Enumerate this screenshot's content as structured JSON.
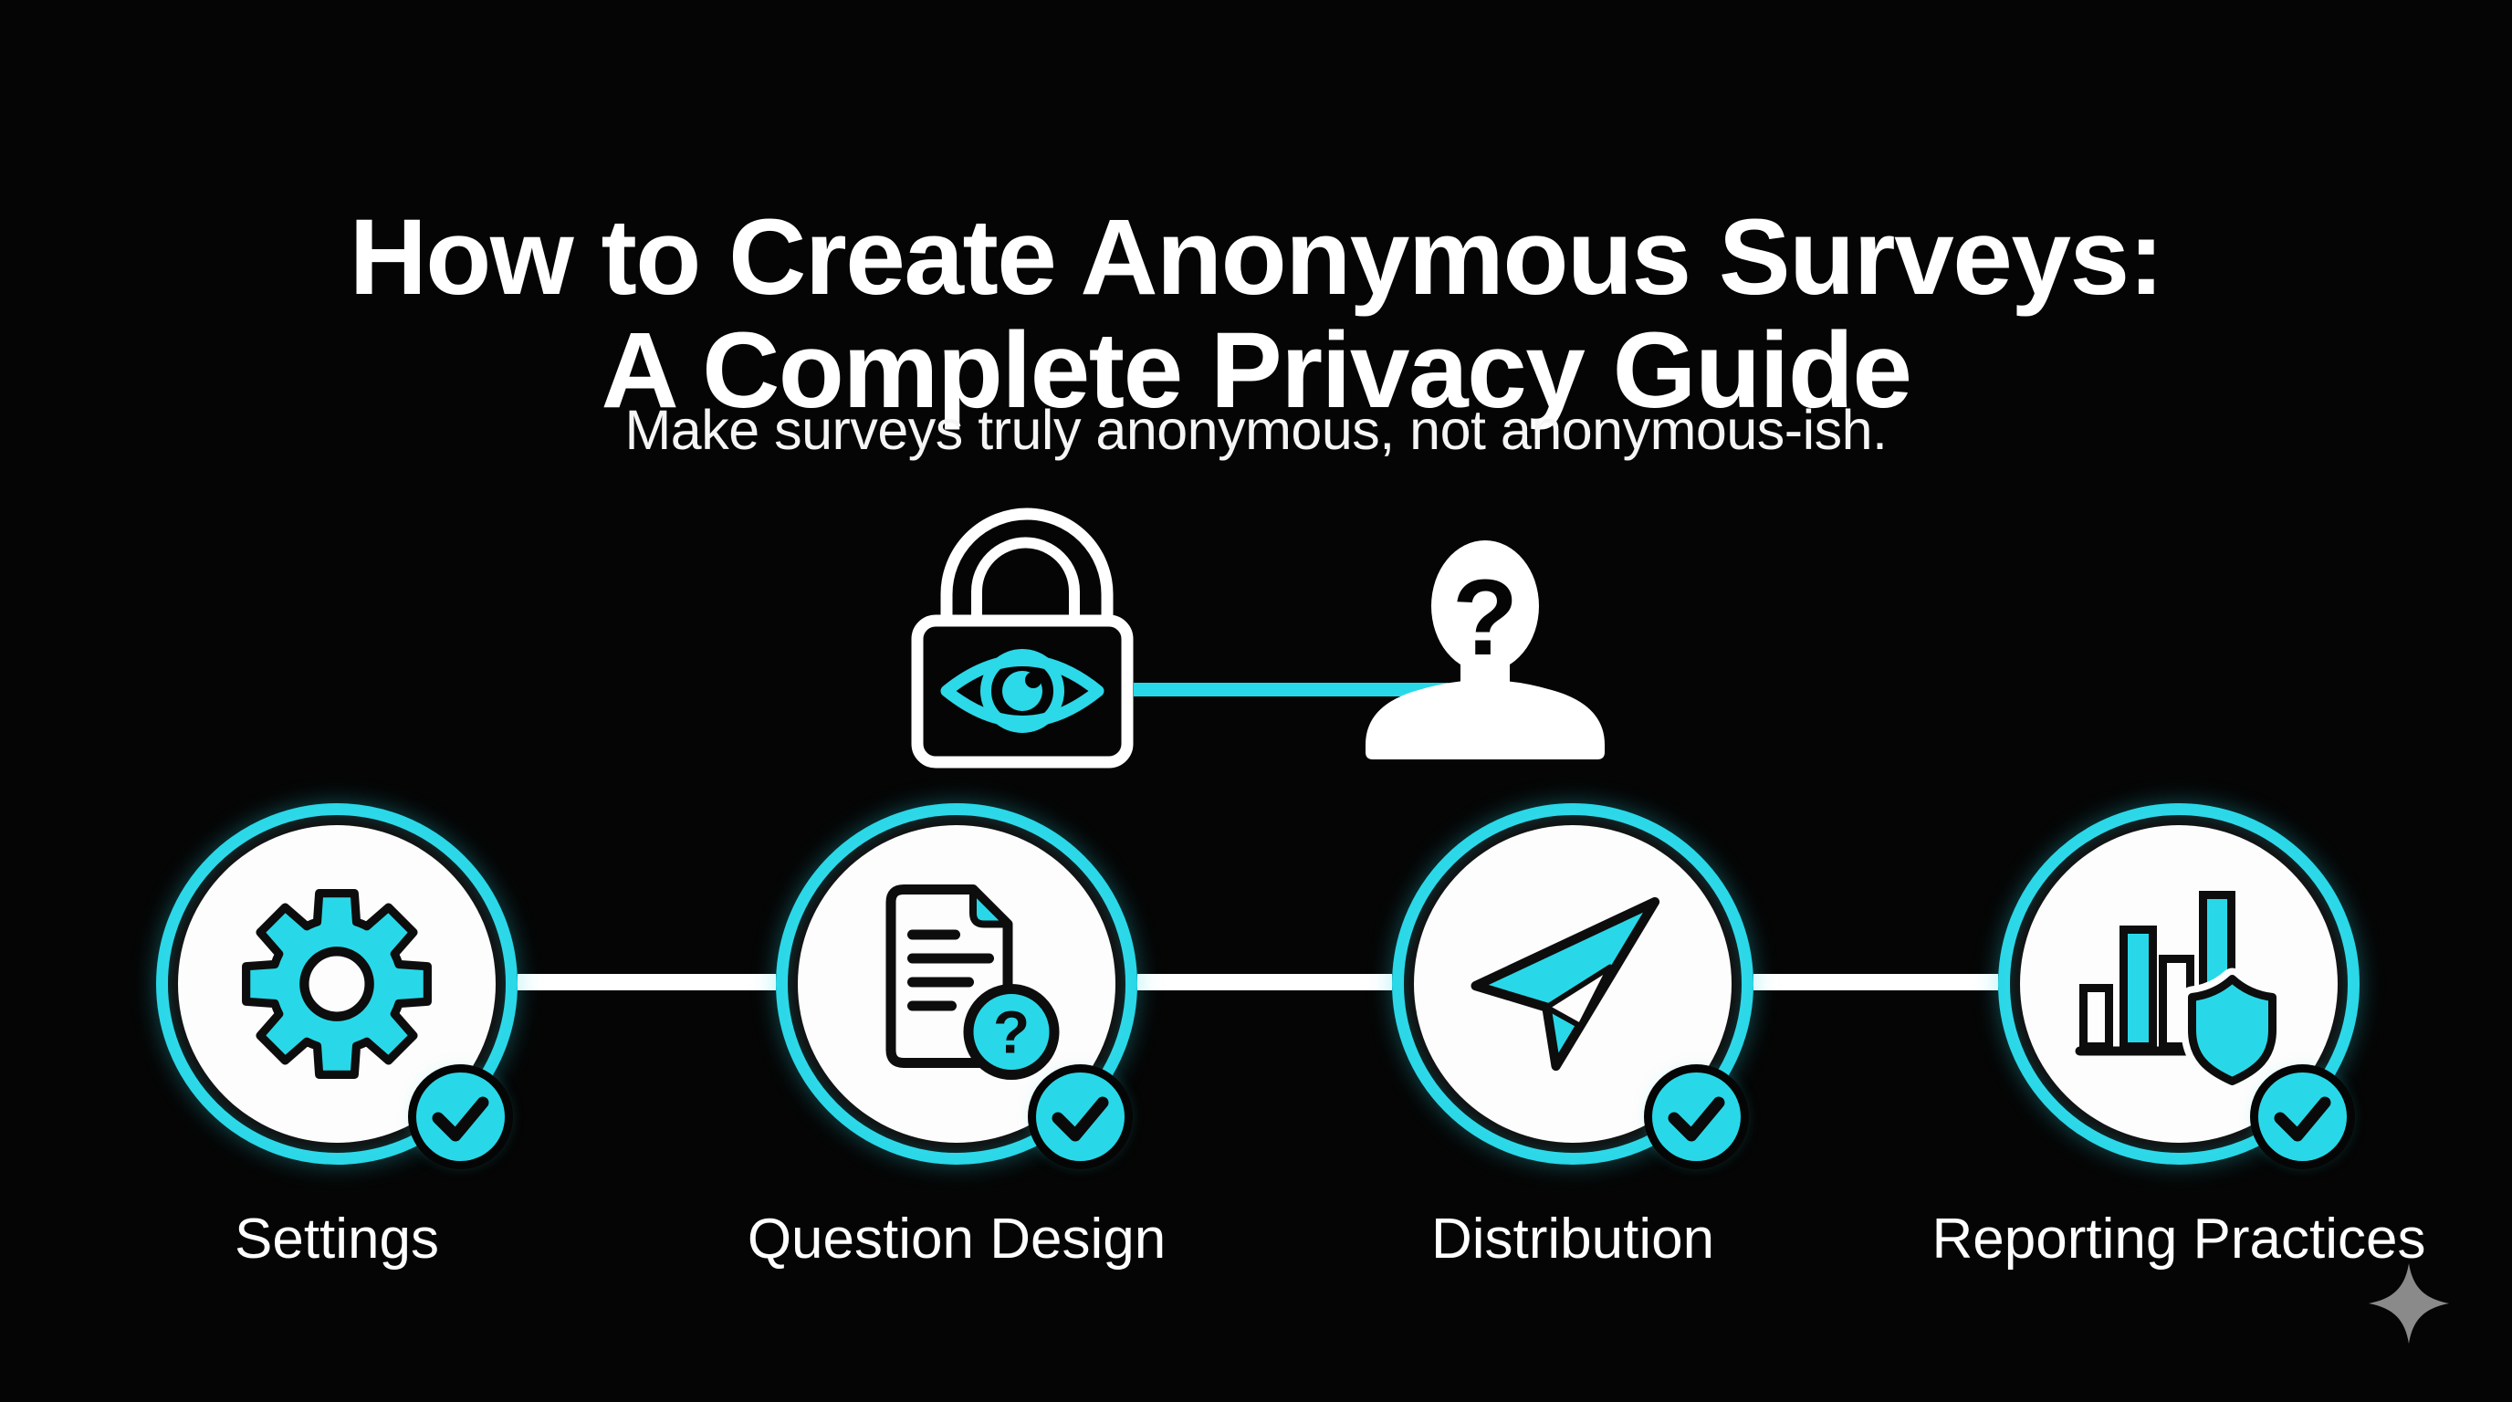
{
  "colors": {
    "background": "#050505",
    "accent_cyan": "#29d8e8",
    "text_white": "#ffffff",
    "icon_outline_black": "#0d0d0d",
    "sparkle_gray": "#8a8a8a"
  },
  "header": {
    "title_line1": "How to Create Anonymous Surveys:",
    "title_line2": "A Complete Privacy Guide",
    "subtitle": "Make surveys truly anonymous, not anonymous-ish."
  },
  "hero": {
    "left_icon": "padlock-with-eye-icon",
    "right_icon": "anonymous-person-question-icon",
    "connection": "cyan-link-line",
    "person_glyph": "?"
  },
  "steps": [
    {
      "label": "Settings",
      "icon": "gear-icon",
      "checked": true
    },
    {
      "label": "Question Design",
      "icon": "document-question-icon",
      "checked": true
    },
    {
      "label": "Distribution",
      "icon": "paper-plane-icon",
      "checked": true
    },
    {
      "label": "Reporting Practices",
      "icon": "bar-chart-shield-icon",
      "checked": true
    }
  ],
  "footer": {
    "sparkle_icon": "four-point-sparkle"
  }
}
